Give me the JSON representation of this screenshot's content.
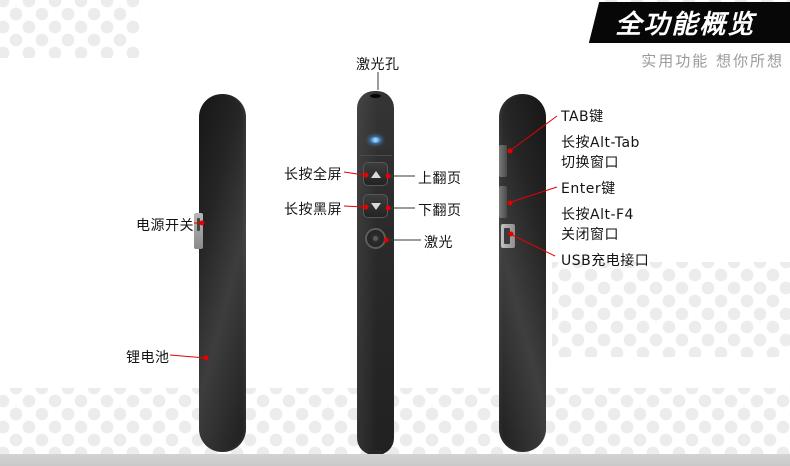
{
  "banner": {
    "title": "全功能概览",
    "subtitle": "实用功能 想你所想"
  },
  "callouts": {
    "left_device": {
      "power_switch": "电源开关",
      "battery": "锂电池"
    },
    "center_device": {
      "laser_hole": "激光孔",
      "fullscreen": "长按全屏",
      "blackscreen": "长按黑屏",
      "page_up": "上翻页",
      "page_down": "下翻页",
      "laser": "激光"
    },
    "right_device": {
      "tab_key": "TAB键",
      "alt_tab": "长按Alt-Tab",
      "switch_window": "切换窗口",
      "enter_key": "Enter键",
      "alt_f4": "长按Alt-F4",
      "close_window": "关闭窗口",
      "usb": "USB充电接口"
    }
  },
  "colors": {
    "accent_red": "#e60000",
    "banner_bg": "#070707",
    "subtitle_gray": "#9a9a9a",
    "footer_gray": "#c9c9c9",
    "led_blue": "#4a9de8"
  }
}
